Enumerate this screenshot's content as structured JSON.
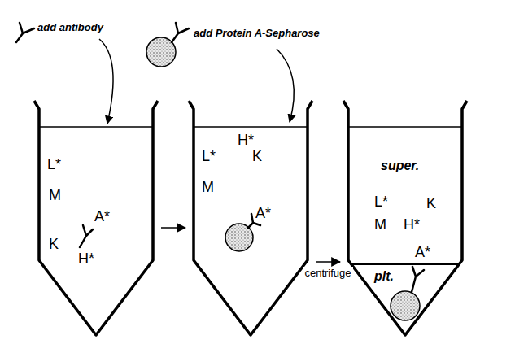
{
  "diagram": {
    "nodes": [
      {
        "text": [
          "L*",
          "M",
          "A*",
          "K",
          "H*"
        ]
      },
      {
        "text": [
          "H*",
          "L*",
          "K",
          "M",
          "A*"
        ]
      },
      {
        "text": [
          "super.",
          "L*",
          "K",
          "M",
          "H*",
          "plt.",
          "A*"
        ]
      }
    ],
    "edges": [
      {
        "from": 0,
        "to": 1,
        "arrow": "to"
      },
      {
        "from": 1,
        "to": 2,
        "arrow": "to",
        "label": "centrifuge"
      }
    ],
    "labels": [
      "add antibody",
      "add Protein A-Sepharose"
    ]
  }
}
